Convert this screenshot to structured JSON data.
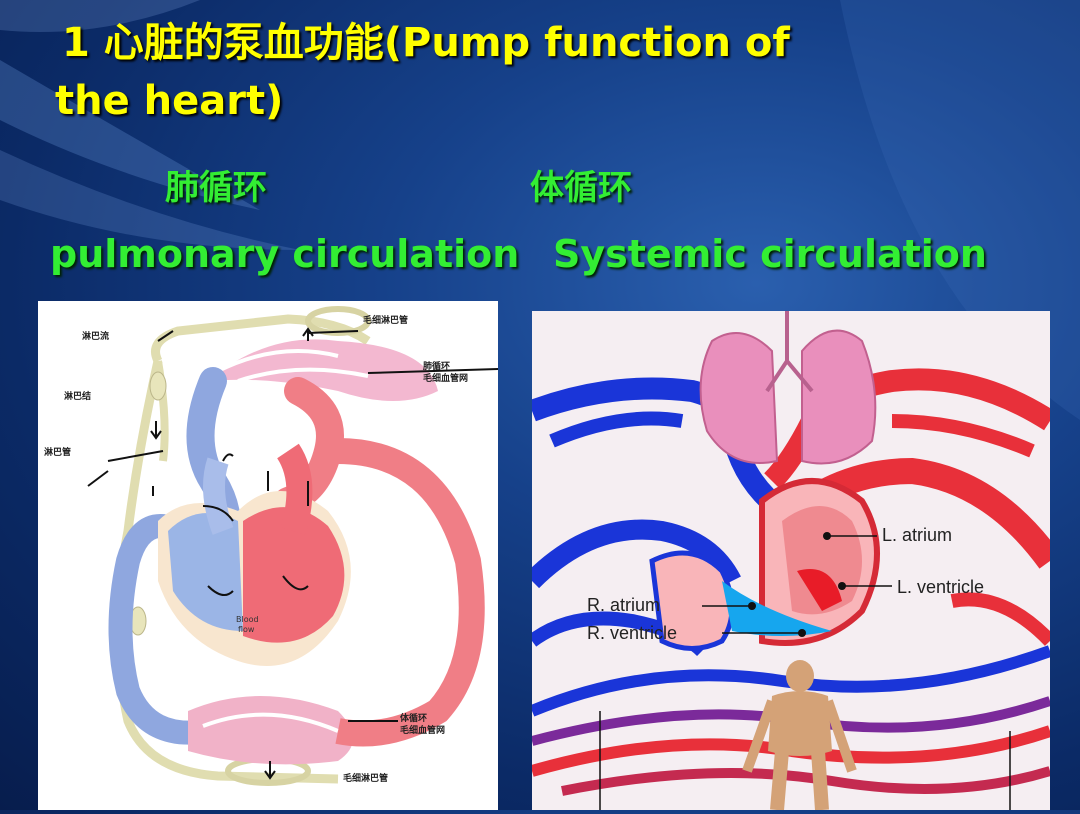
{
  "slide": {
    "title_line1": "1 心脏的泵血功能(Pump function of",
    "title_line2": "the heart)",
    "pulmonary_cn": "肺循环",
    "systemic_cn": "体循环",
    "pulmonary_en": "pulmonary circulation",
    "systemic_en": "Systemic circulation"
  },
  "left_figure": {
    "labels": {
      "lymph_flow": "淋巴流",
      "lymph_node": "淋巴结",
      "lymph_vessel": "淋巴管",
      "capillary_lymph_top": "毛细淋巴管",
      "pulmonary_capillary_1": "肺循环",
      "pulmonary_capillary_2": "毛细血管网",
      "systemic_capillary_1": "体循环",
      "systemic_capillary_2": "毛细血管网",
      "capillary_lymph_bottom": "毛细淋巴管",
      "blood_flow_1": "Blood",
      "blood_flow_2": "flow"
    }
  },
  "right_figure": {
    "labels": {
      "l_atrium": "L. atrium",
      "l_ventricle": "L. ventricle",
      "r_atrium": "R. atrium",
      "r_ventricle": "R. ventricle"
    }
  },
  "colors": {
    "title": "#ffff00",
    "subtitle": "#33ee33",
    "artery": "#e8303a",
    "vein": "#1a35d8"
  }
}
